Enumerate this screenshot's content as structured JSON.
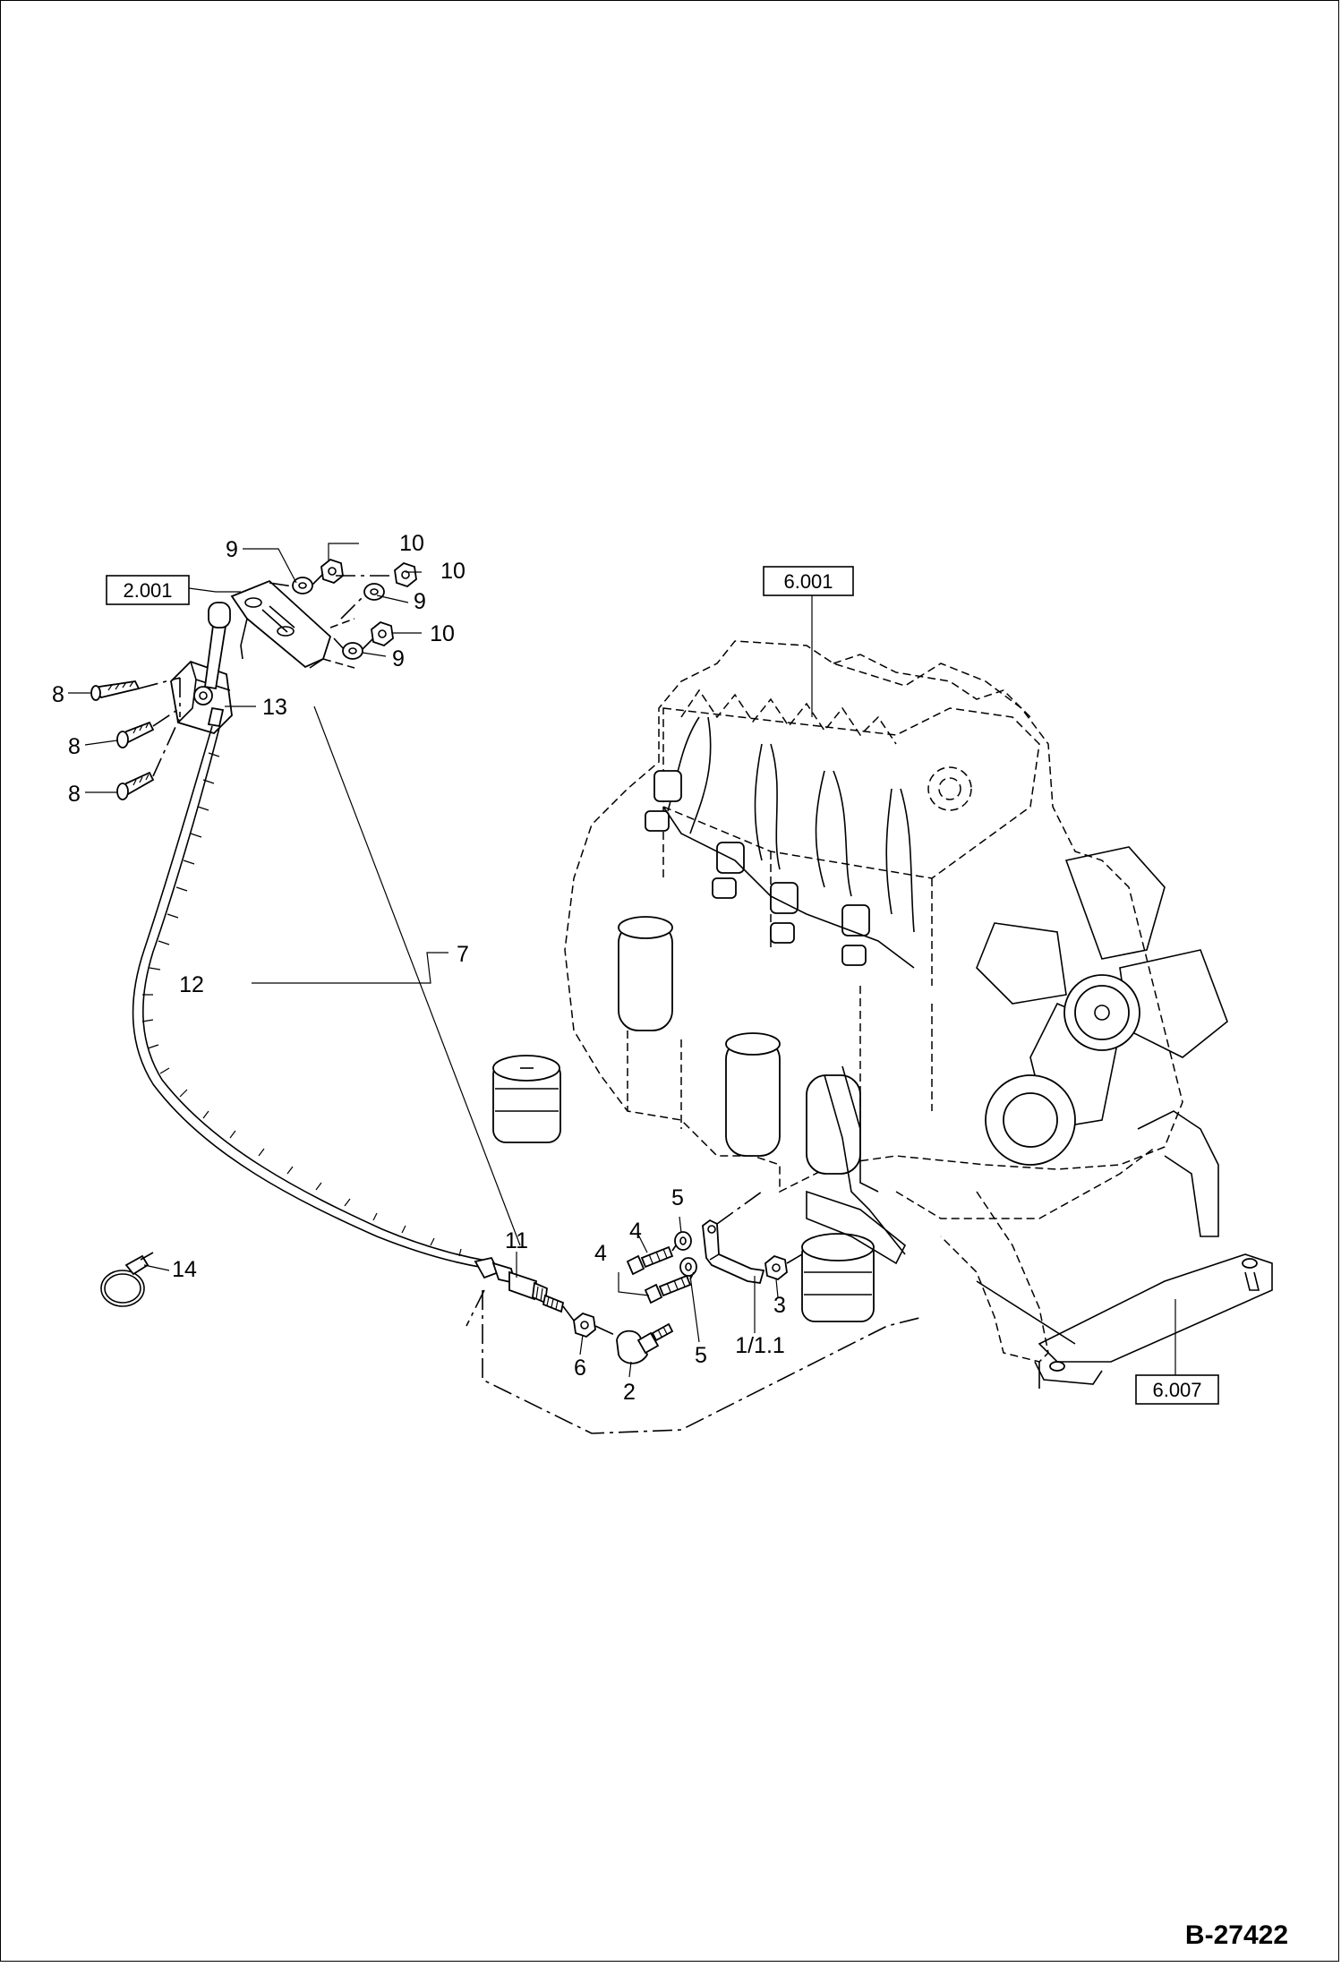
{
  "drawing_number": "B-27422",
  "references": [
    "2.001",
    "6.001",
    "6.007"
  ],
  "callouts": {
    "c1": "1/1.1",
    "c2": "2",
    "c3": "3",
    "c4": "4",
    "c5": "5",
    "c6": "6",
    "c7": "7",
    "c8": "8",
    "c9": "9",
    "c10": "10",
    "c11": "11",
    "c12": "12",
    "c13": "13",
    "c14": "14"
  }
}
